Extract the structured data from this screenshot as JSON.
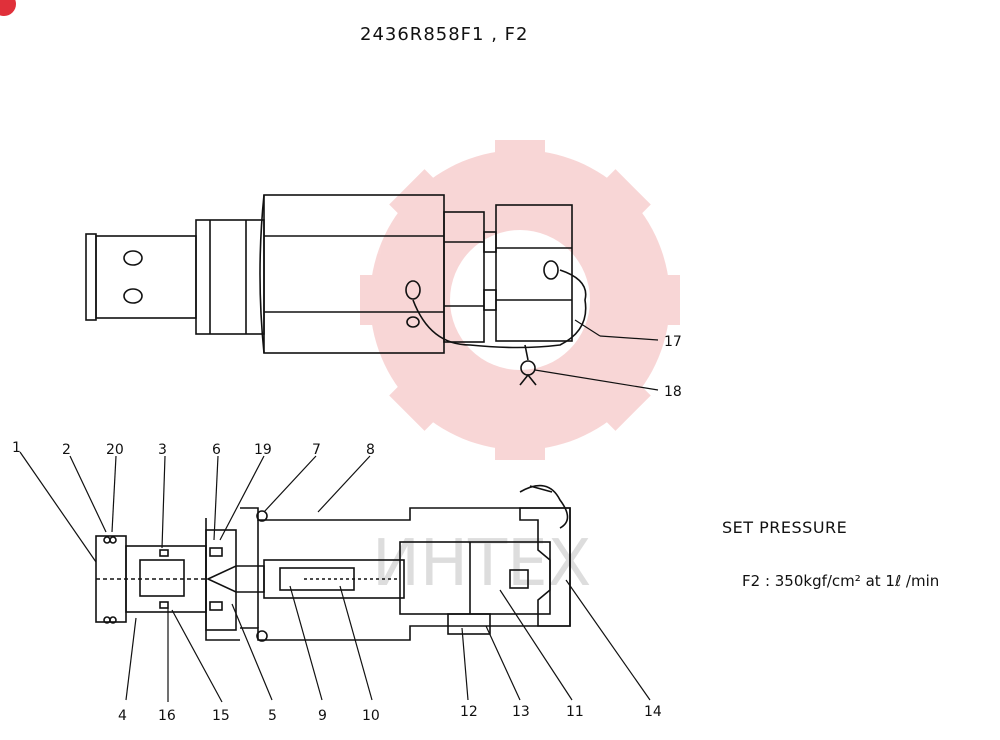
{
  "title": "2436R858F1 , F2",
  "watermark_text": "ИНТЕХ",
  "colors": {
    "watermark": "#f4b6b6",
    "ink": "#111111",
    "badge": "#e0303a"
  },
  "set_pressure": {
    "heading": "SET PRESSURE",
    "value": "F2 : 350kgf/cm² at 1ℓ /min"
  },
  "callouts": [
    "1",
    "2",
    "20",
    "3",
    "6",
    "19",
    "7",
    "8",
    "17",
    "18",
    "4",
    "16",
    "15",
    "5",
    "9",
    "10",
    "12",
    "13",
    "11",
    "14"
  ]
}
